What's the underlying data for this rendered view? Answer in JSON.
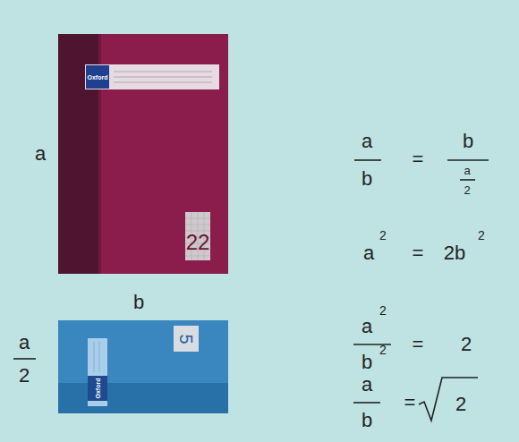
{
  "diagram": {
    "nodes": [
      {
        "text": [
          "Oxford",
          "22"
        ]
      },
      {
        "text": [
          "5",
          "Oxford"
        ]
      }
    ],
    "labels": [
      "a",
      "b",
      "a",
      "2",
      "a",
      "b",
      "=",
      "b",
      "a",
      "2",
      "a",
      "2",
      "=",
      "2b",
      "2",
      "a",
      "2",
      "b",
      "2",
      "=",
      "2",
      "a",
      "b",
      "=",
      "2"
    ]
  }
}
